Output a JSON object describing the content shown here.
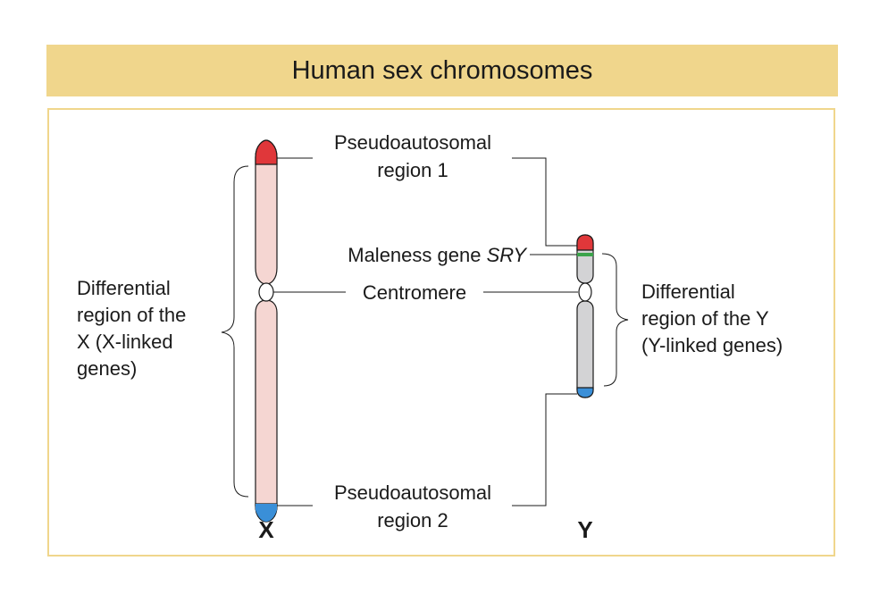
{
  "title": "Human sex chromosomes",
  "labels": {
    "par1_line1": "Pseudoautosomal",
    "par1_line2": "region 1",
    "par2_line1": "Pseudoautosomal",
    "par2_line2": "region 2",
    "centromere": "Centromere",
    "sry_prefix": "Maleness gene ",
    "sry_gene": "SRY",
    "x_diff_1": "Differential",
    "x_diff_2": "region of the",
    "x_diff_3": "X (X-linked",
    "x_diff_4": "genes)",
    "y_diff_1": "Differential",
    "y_diff_2": "region of the Y",
    "y_diff_3": "(Y-linked genes)",
    "x_name": "X",
    "y_name": "Y"
  },
  "colors": {
    "title_band": "#f0d68c",
    "x_body": "#f5d6d2",
    "y_body": "#d3d3d5",
    "par1": "#e0373a",
    "par2": "#3a8fd8",
    "sry": "#3aa34a",
    "outline": "#1a1a1a"
  }
}
